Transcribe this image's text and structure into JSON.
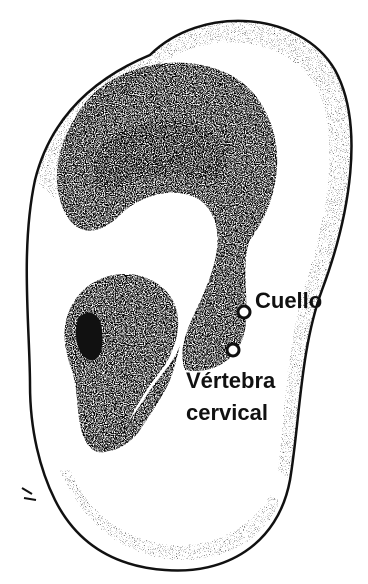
{
  "diagram": {
    "labels": {
      "neck": "Cuello",
      "cervical_line1": "Vértebra",
      "cervical_line2": "cervical"
    },
    "colors": {
      "ink": "#111111",
      "paper": "#ffffff",
      "shade": "#3a3a3a"
    }
  }
}
